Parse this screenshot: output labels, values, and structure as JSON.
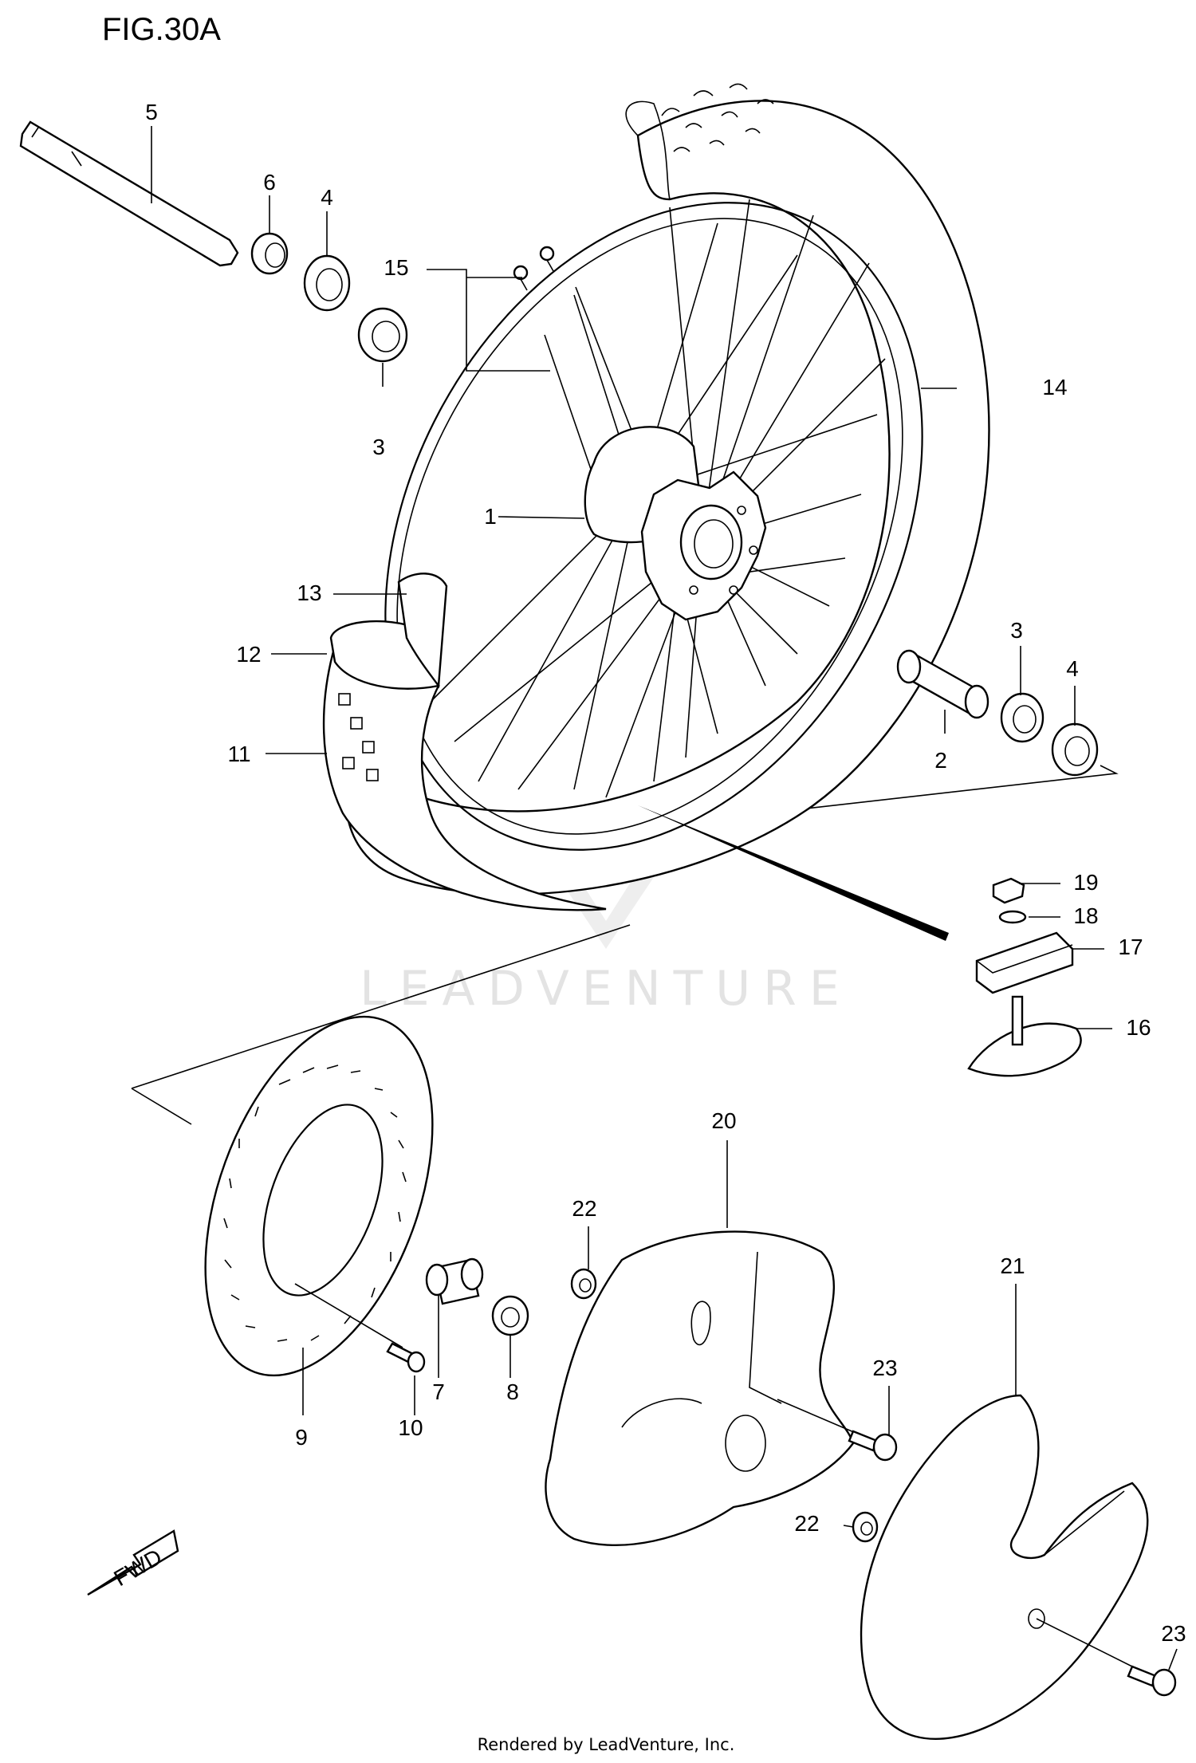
{
  "figure": {
    "title": "FIG.30A"
  },
  "watermark": {
    "text": "LEADVENTURE"
  },
  "footer": {
    "credit": "Rendered by LeadVenture, Inc."
  },
  "fwd_arrow": {
    "label": "FWD"
  },
  "callouts": [
    {
      "id": "c1",
      "number": "1"
    },
    {
      "id": "c2",
      "number": "2"
    },
    {
      "id": "c3a",
      "number": "3"
    },
    {
      "id": "c3b",
      "number": "3"
    },
    {
      "id": "c4a",
      "number": "4"
    },
    {
      "id": "c4b",
      "number": "4"
    },
    {
      "id": "c5",
      "number": "5"
    },
    {
      "id": "c6",
      "number": "6"
    },
    {
      "id": "c7",
      "number": "7"
    },
    {
      "id": "c8",
      "number": "8"
    },
    {
      "id": "c9",
      "number": "9"
    },
    {
      "id": "c10",
      "number": "10"
    },
    {
      "id": "c11",
      "number": "11"
    },
    {
      "id": "c12",
      "number": "12"
    },
    {
      "id": "c13",
      "number": "13"
    },
    {
      "id": "c14",
      "number": "14"
    },
    {
      "id": "c15",
      "number": "15"
    },
    {
      "id": "c16",
      "number": "16"
    },
    {
      "id": "c17",
      "number": "17"
    },
    {
      "id": "c18",
      "number": "18"
    },
    {
      "id": "c19",
      "number": "19"
    },
    {
      "id": "c20",
      "number": "20"
    },
    {
      "id": "c21",
      "number": "21"
    },
    {
      "id": "c22a",
      "number": "22"
    },
    {
      "id": "c22b",
      "number": "22"
    },
    {
      "id": "c23a",
      "number": "23"
    },
    {
      "id": "c23b",
      "number": "23"
    }
  ]
}
